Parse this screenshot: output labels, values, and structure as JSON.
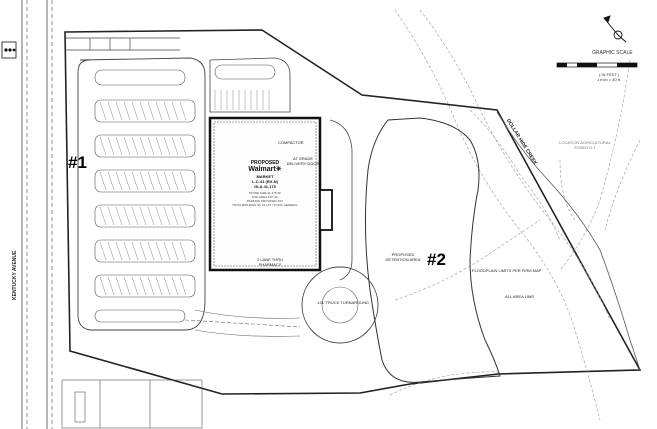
{
  "labels": {
    "zone1": "#1",
    "zone2": "#2",
    "road": "KENTUCKY AVENUE",
    "creek": "DOLLAR HIDE CREEK",
    "detention": "PROPOSED\nDETENTION AREA",
    "zoning": "LOCATION AGRICULTURAL\nZONED D-T",
    "truck": "131' TRUCK TURNAROUND",
    "compactor": "COMPACTOR",
    "delivery": "AT GRADE\nDELIVERY DOOR",
    "drive_thru": "2 LANE THRU\nPHARMACY",
    "floodplain": "FLOODPLAIN LIMITS PER FIRM MAP",
    "limits": "ALL AREA LIMS",
    "scale_title": "GRAPHIC SCALE",
    "scale_text": "( IN FEET )\n1 inch = 40 ft."
  },
  "store": {
    "line1": "PROPOSED",
    "brand": "Walmart",
    "line3": "MARKET",
    "line4": "L-C-41 (RX-N)",
    "line5": "GLA 41,175",
    "notes": "STORE SIZE 41,175 SF\nSITE AREA 8.87 AC\nPARKING PROVIDED 2XX\nTOTAL BUILDING SF 41,175 / TOTAL GENERAL"
  },
  "icons": [
    "north-arrow-icon",
    "traffic-signal-icon"
  ]
}
